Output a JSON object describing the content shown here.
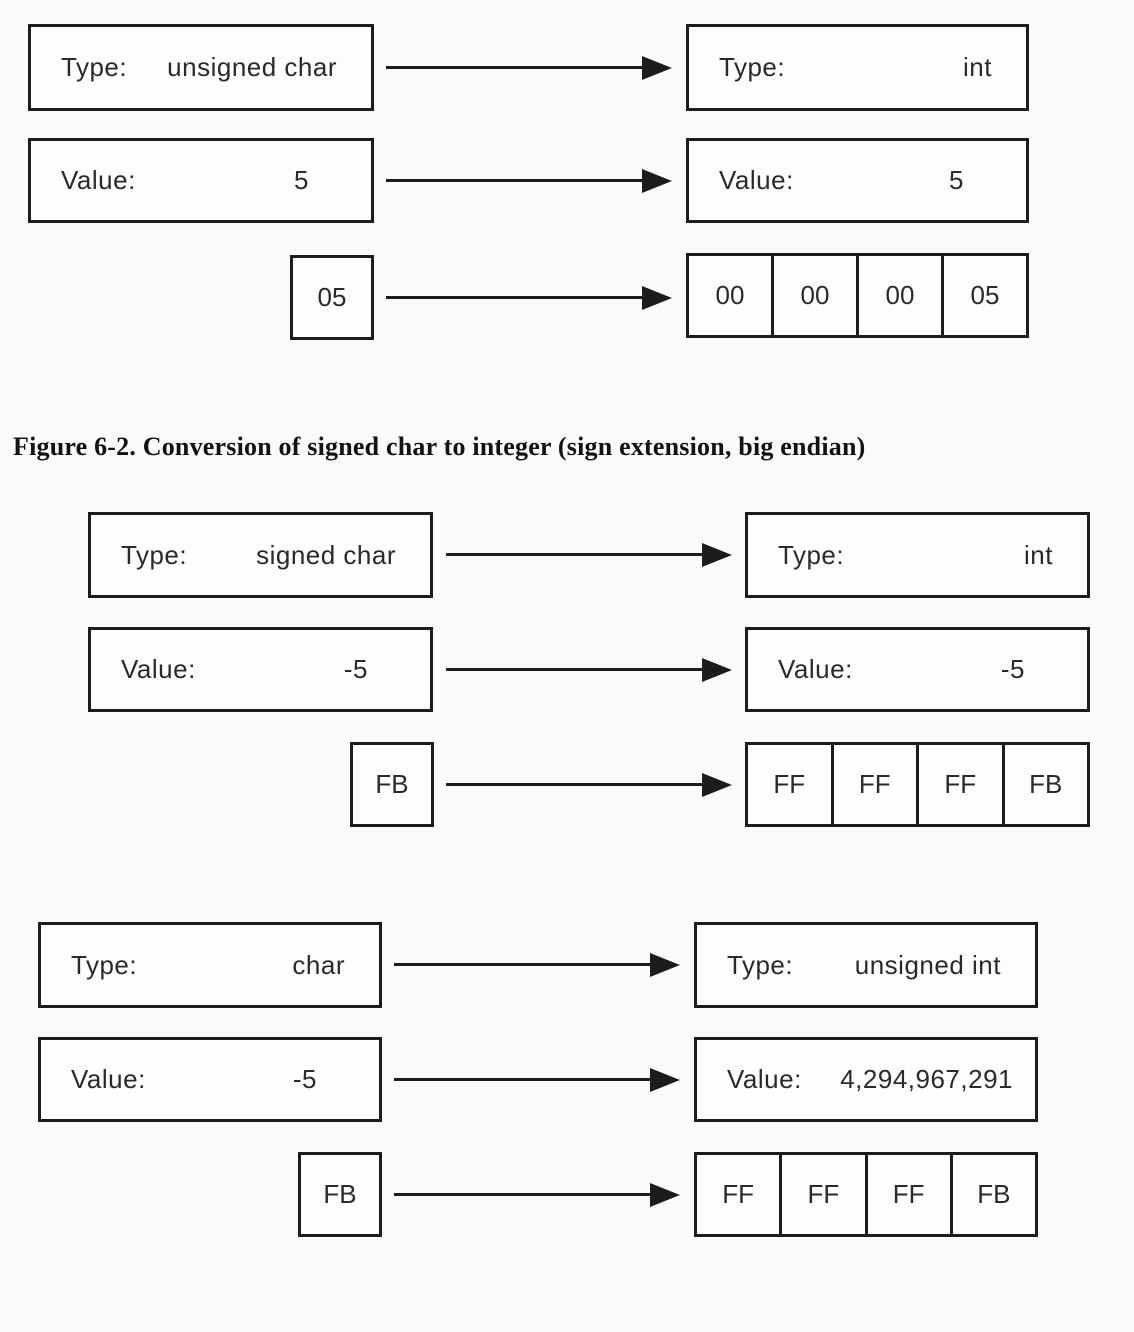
{
  "colors": {
    "page_background": "#fbfafa",
    "box_fill": "#fdfdfd",
    "line": "#1c1c1c",
    "text": "#2a2a2a"
  },
  "caption": {
    "text": "Figure 6-2. Conversion of signed char to integer (sign extension, big endian)"
  },
  "diagrams": [
    {
      "name": "unsigned-char-to-int",
      "source": {
        "type_label": "Type:",
        "type_value": "unsigned char",
        "value_label": "Value:",
        "value_value": "5",
        "byte": "05"
      },
      "target": {
        "type_label": "Type:",
        "type_value": "int",
        "value_label": "Value:",
        "value_value": "5",
        "bytes": [
          "00",
          "00",
          "00",
          "05"
        ]
      }
    },
    {
      "name": "signed-char-to-int",
      "source": {
        "type_label": "Type:",
        "type_value": "signed char",
        "value_label": "Value:",
        "value_value": "-5",
        "byte": "FB"
      },
      "target": {
        "type_label": "Type:",
        "type_value": "int",
        "value_label": "Value:",
        "value_value": "-5",
        "bytes": [
          "FF",
          "FF",
          "FF",
          "FB"
        ]
      }
    },
    {
      "name": "char-to-unsigned-int",
      "source": {
        "type_label": "Type:",
        "type_value": "char",
        "value_label": "Value:",
        "value_value": "-5",
        "byte": "FB"
      },
      "target": {
        "type_label": "Type:",
        "type_value": "unsigned int",
        "value_label": "Value:",
        "value_value": "4,294,967,291",
        "bytes": [
          "FF",
          "FF",
          "FF",
          "FB"
        ]
      }
    }
  ]
}
